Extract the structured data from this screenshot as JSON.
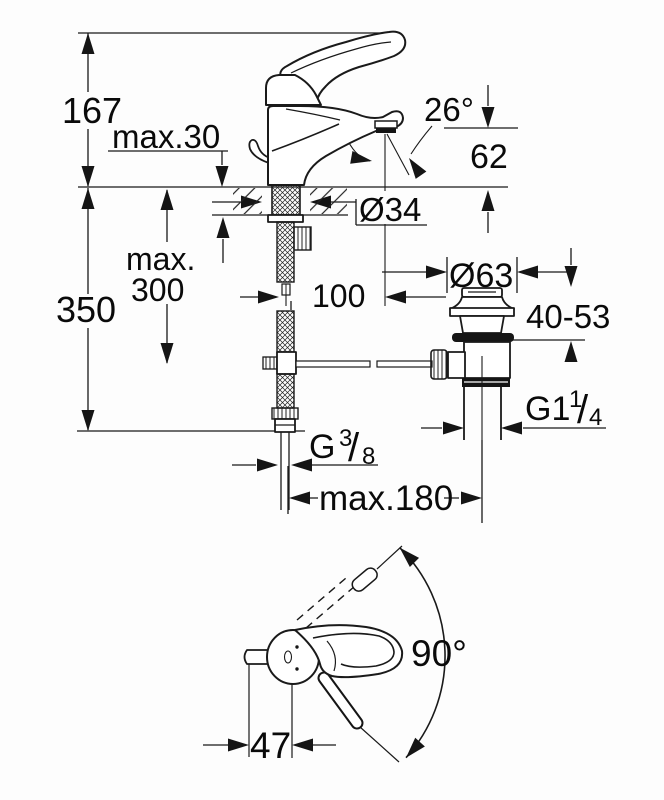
{
  "dimensions": {
    "lever_height": "167",
    "deck_thickness": "max.30",
    "spout_angle": "26°",
    "spout_outlet_height": "62",
    "hole_diameter": "Ø34",
    "overall_depth": "350",
    "hose_length_line1": "max.",
    "hose_length_line2": "300",
    "spout_projection": "100",
    "waste_flange_diameter": "Ø63",
    "waste_height_range": "40-53",
    "waste_thread": {
      "base": "G1",
      "sup": "1",
      "slash": "/",
      "sub": "4"
    },
    "supply_thread": {
      "base": "G",
      "sup": "3",
      "slash": "/",
      "sub": "8"
    },
    "waste_distance": "max.180",
    "lever_swivel_angle": "90°",
    "lever_offset": "47"
  }
}
